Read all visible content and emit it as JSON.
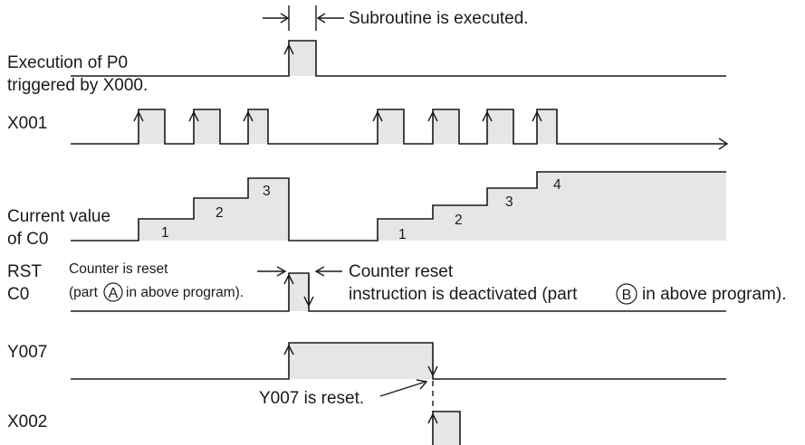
{
  "labels": {
    "subroutine": "Subroutine is executed.",
    "exec_line1": "Execution of P0",
    "exec_line2": "triggered by X000.",
    "x001": "X001",
    "cv_line1": "Current value",
    "cv_line2": "of C0",
    "rst_line1": "RST",
    "rst_line2": "C0",
    "reset_line1": "Counter is reset",
    "reset_line2_pre": "(part",
    "reset_line2_post": "in above program).",
    "reset_part": "A",
    "deact_line1": "Counter reset",
    "deact_line2_pre": "instruction is deactivated (part",
    "deact_line2_post": "in above program).",
    "deact_part": "B",
    "y007": "Y007",
    "y007_reset": "Y007 is reset.",
    "x002": "X002"
  },
  "counter_values": {
    "first_run": [
      "1",
      "2",
      "3"
    ],
    "second_run": [
      "1",
      "2",
      "3",
      "4"
    ]
  }
}
